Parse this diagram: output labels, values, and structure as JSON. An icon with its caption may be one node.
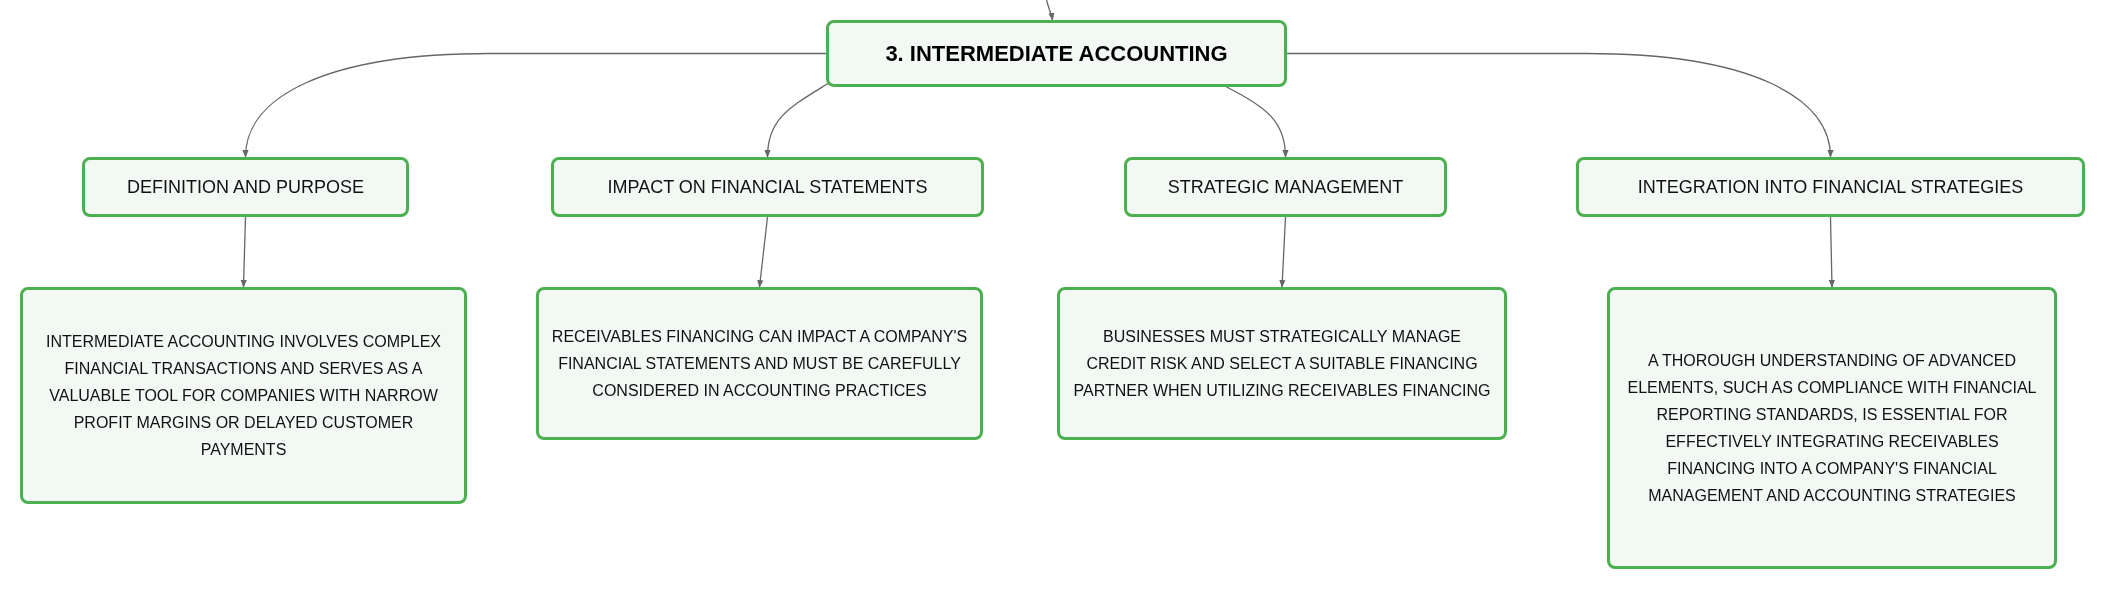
{
  "diagram": {
    "nodes": [
      {
        "text": [
          "3. INTERMEDIATE ACCOUNTING"
        ]
      },
      {
        "text": [
          "DEFINITION AND PURPOSE"
        ]
      },
      {
        "text": [
          "IMPACT ON FINANCIAL STATEMENTS"
        ]
      },
      {
        "text": [
          "STRATEGIC MANAGEMENT"
        ]
      },
      {
        "text": [
          "INTEGRATION INTO FINANCIAL STRATEGIES"
        ]
      },
      {
        "text": [
          "INTERMEDIATE ACCOUNTING INVOLVES COMPLEX FINANCIAL TRANSACTIONS AND SERVES AS A VALUABLE TOOL FOR COMPANIES WITH NARROW PROFIT MARGINS OR DELAYED CUSTOMER PAYMENTS"
        ]
      },
      {
        "text": [
          "RECEIVABLES FINANCING CAN IMPACT A COMPANY'S FINANCIAL STATEMENTS AND MUST BE CAREFULLY CONSIDERED IN ACCOUNTING PRACTICES"
        ]
      },
      {
        "text": [
          "BUSINESSES MUST STRATEGICALLY MANAGE CREDIT RISK AND SELECT A SUITABLE FINANCING PARTNER WHEN UTILIZING RECEIVABLES FINANCING"
        ]
      },
      {
        "text": [
          "A THOROUGH UNDERSTANDING OF ADVANCED ELEMENTS, SUCH AS COMPLIANCE WITH FINANCIAL REPORTING STANDARDS, IS ESSENTIAL FOR EFFECTIVELY INTEGRATING RECEIVABLES FINANCING INTO A COMPANY'S FINANCIAL MANAGEMENT AND ACCOUNTING STRATEGIES"
        ]
      }
    ],
    "edges": [
      {
        "from": null,
        "to": 0,
        "arrow": "to"
      },
      {
        "from": 0,
        "to": 1,
        "arrow": "to"
      },
      {
        "from": 0,
        "to": 2,
        "arrow": "to"
      },
      {
        "from": 0,
        "to": 3,
        "arrow": "to"
      },
      {
        "from": 0,
        "to": 4,
        "arrow": "to"
      },
      {
        "from": 1,
        "to": 5,
        "arrow": "to"
      },
      {
        "from": 2,
        "to": 6,
        "arrow": "to"
      },
      {
        "from": 3,
        "to": 7,
        "arrow": "to"
      },
      {
        "from": 4,
        "to": 8,
        "arrow": "to"
      }
    ]
  }
}
